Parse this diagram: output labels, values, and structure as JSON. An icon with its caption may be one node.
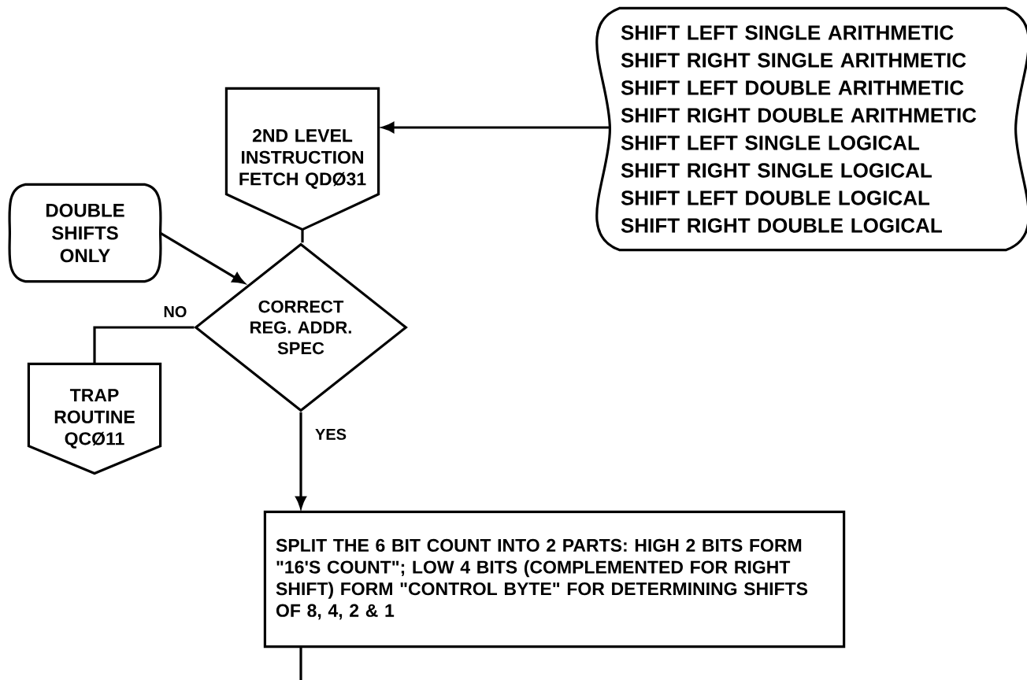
{
  "diagram": {
    "nodes": [
      {
        "text": [
          "SHIFT LEFT SINGLE ARITHMETIC",
          "SHIFT RIGHT SINGLE ARITHMETIC",
          "SHIFT LEFT DOUBLE ARITHMETIC",
          "SHIFT RIGHT DOUBLE ARITHMETIC",
          "SHIFT LEFT SINGLE LOGICAL",
          "SHIFT RIGHT SINGLE LOGICAL",
          "SHIFT LEFT DOUBLE LOGICAL",
          "SHIFT RIGHT DOUBLE LOGICAL"
        ]
      },
      {
        "text": [
          "2ND LEVEL INSTRUCTION FETCH QDØ31"
        ]
      },
      {
        "text": [
          "DOUBLE SHIFTS ONLY"
        ]
      },
      {
        "text": [
          "CORRECT REG. ADDR. SPEC"
        ]
      },
      {
        "text": [
          "TRAP ROUTINE QCØ11"
        ]
      },
      {
        "text": [
          "SPLIT THE 6 BIT COUNT INTO 2 PARTS: HIGH 2 BITS FORM \"16'S COUNT\"; LOW 4 BITS (COMPLEMENTED FOR RIGHT SHIFT) FORM \"CONTROL BYTE\" FOR DETERMINING SHIFTS OF 8, 4, 2 & 1"
        ]
      }
    ],
    "edges": [
      {
        "from": 0,
        "to": 1,
        "arrow": "to"
      },
      {
        "from": 1,
        "to": 3,
        "arrow": "none"
      },
      {
        "from": 2,
        "to": 3,
        "arrow": "to"
      },
      {
        "from": 3,
        "to": 4,
        "arrow": "none",
        "label": "NO"
      },
      {
        "from": 3,
        "to": 5,
        "arrow": "to",
        "label": "YES"
      },
      {
        "from": 5,
        "to": null,
        "arrow": "none"
      }
    ]
  }
}
